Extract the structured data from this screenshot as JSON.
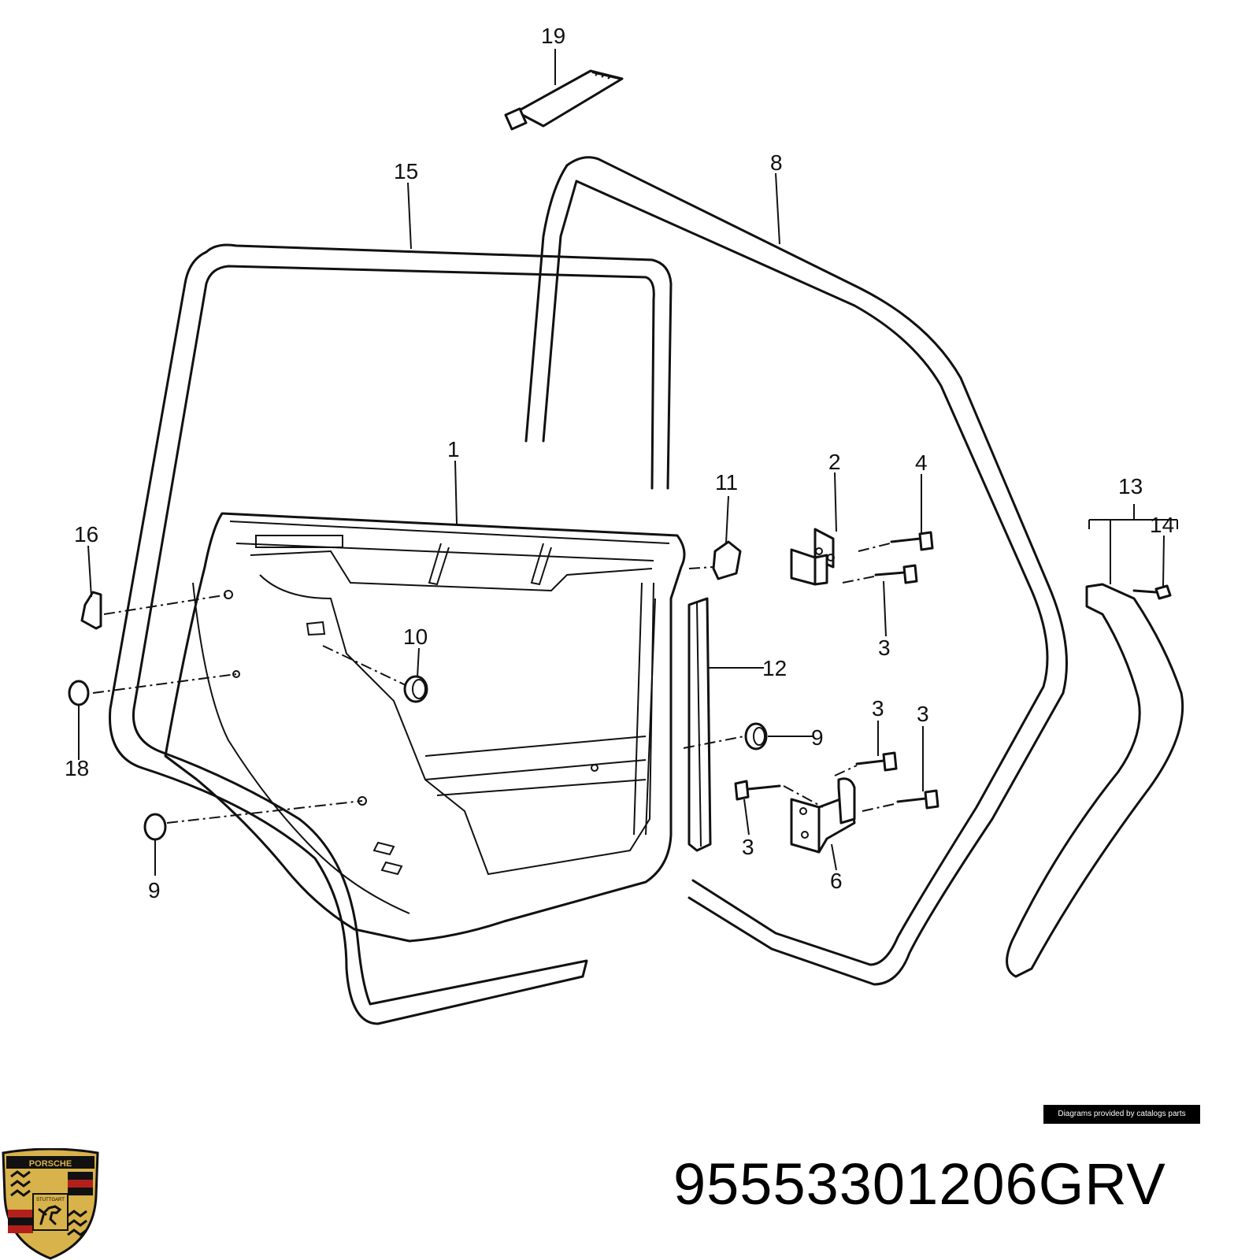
{
  "diagram": {
    "callouts": {
      "c1": "1",
      "c2": "2",
      "c3a": "3",
      "c3b": "3",
      "c3c": "3",
      "c3d": "3",
      "c4": "4",
      "c6": "6",
      "c8": "8",
      "c9a": "9",
      "c9b": "9",
      "c10": "10",
      "c11": "11",
      "c12": "12",
      "c13": "13",
      "c14": "14",
      "c15": "15",
      "c16": "16",
      "c18": "18",
      "c19": "19"
    }
  },
  "footer": {
    "credit": "Diagrams provided by catalogs parts",
    "part_number": "95553301206GRV",
    "logo_text": "PORSCHE",
    "logo_subtext": "STUTTGART"
  },
  "colors": {
    "line": "#111111",
    "background": "#ffffff",
    "logo_gold": "#d8b24a",
    "logo_red": "#b3201c",
    "logo_black": "#111111"
  }
}
